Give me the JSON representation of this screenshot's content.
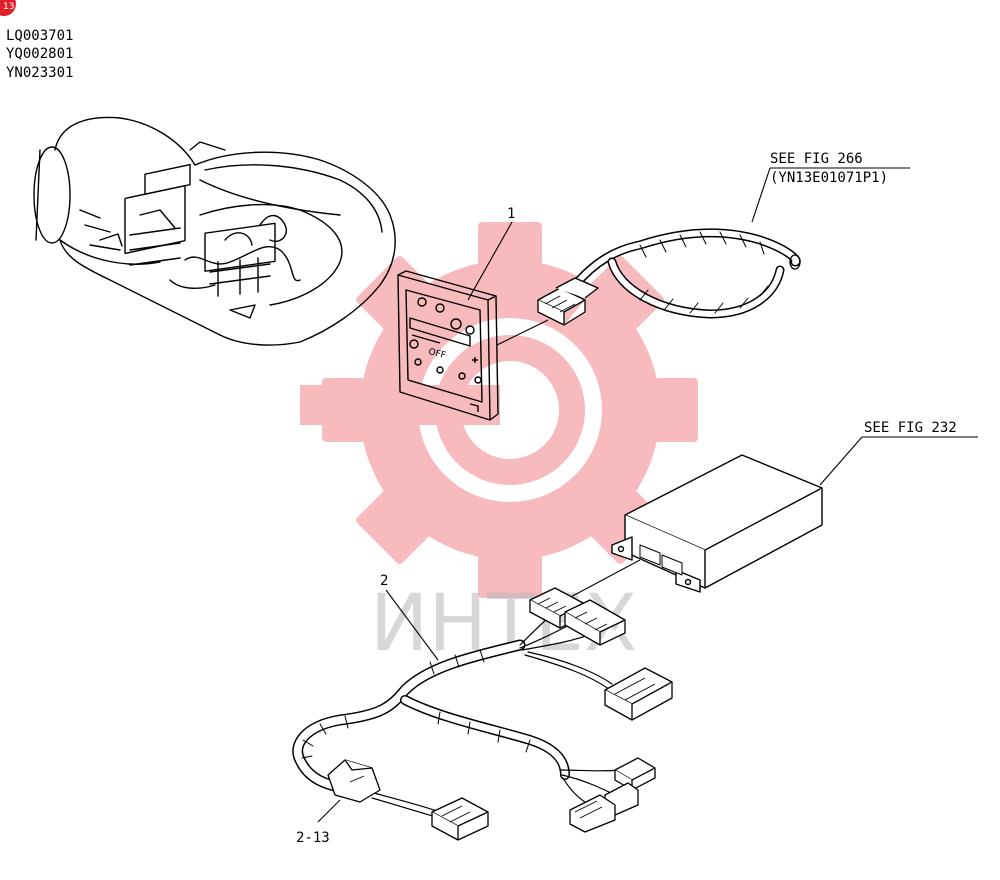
{
  "corner_badge": "13",
  "serials": [
    "LQ003701",
    "YQ002801",
    "YN023301"
  ],
  "callouts": {
    "part_1": "1",
    "part_2": "2",
    "part_2_13": "2-13"
  },
  "references": {
    "fig266_line1": "SEE FIG 266",
    "fig266_line2": "(YN13E01071P1)",
    "fig232": "SEE FIG 232"
  },
  "panel_text": "OFF",
  "watermark_text": "ИНТЕХ",
  "colors": {
    "line": "#000000",
    "watermark": "#f5a3a8",
    "watermark_text": "#b8b8b8",
    "badge": "#e0202a"
  }
}
